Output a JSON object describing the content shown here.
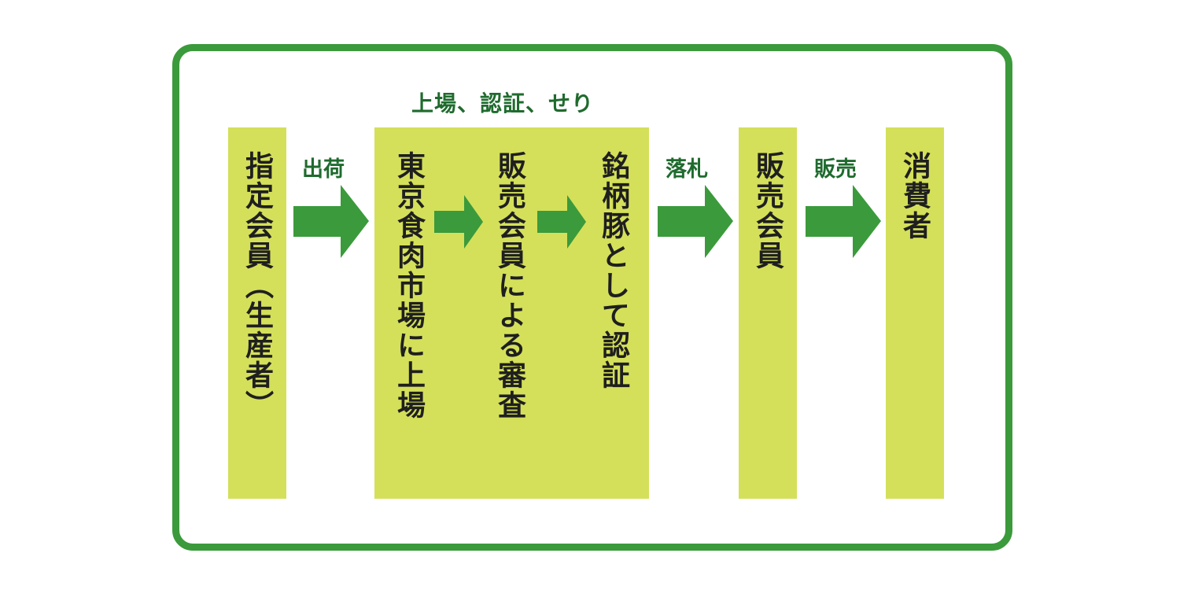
{
  "diagram": {
    "top_label": "上場、認証、せり",
    "nodes": [
      {
        "id": "producer",
        "label": "指定会員（生産者）"
      },
      {
        "id": "market",
        "label": "東京食肉市場に上場"
      },
      {
        "id": "review",
        "label": "販売会員による審査"
      },
      {
        "id": "brand",
        "label": "銘柄豚として認証"
      },
      {
        "id": "seller",
        "label": "販売会員"
      },
      {
        "id": "consumer",
        "label": "消費者"
      }
    ],
    "edges": [
      {
        "from": "producer",
        "to": "market",
        "label": "出荷"
      },
      {
        "from": "market",
        "to": "review",
        "label": ""
      },
      {
        "from": "review",
        "to": "brand",
        "label": ""
      },
      {
        "from": "brand",
        "to": "seller",
        "label": "落札"
      },
      {
        "from": "seller",
        "to": "consumer",
        "label": "販売"
      }
    ],
    "colors": {
      "frame": "#3b9a3b",
      "box": "#d4e05a",
      "arrow": "#3b9a3b",
      "label": "#1f6b2e",
      "text": "#1f1f1f"
    }
  }
}
